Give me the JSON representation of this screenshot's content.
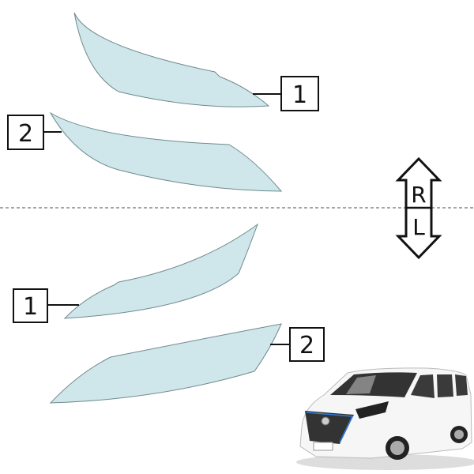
{
  "parts": [
    {
      "label": "1",
      "side": "R"
    },
    {
      "label": "2",
      "side": "R"
    },
    {
      "label": "1",
      "side": "L"
    },
    {
      "label": "2",
      "side": "L"
    }
  ],
  "orientation": {
    "upper": "R",
    "lower": "L"
  },
  "colors": {
    "film_fill": "#cfe6ea",
    "film_stroke": "#6f8a8f",
    "divider": "#888888"
  }
}
